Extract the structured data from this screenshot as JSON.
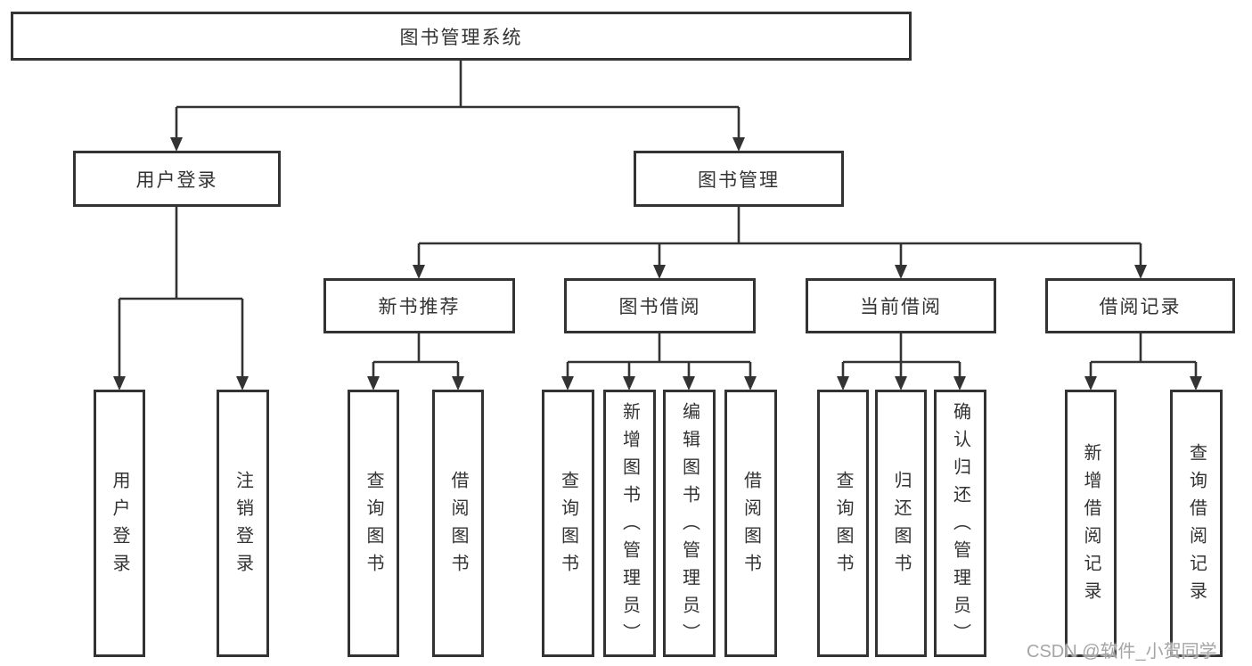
{
  "tree": {
    "label": "图书管理系统",
    "children": [
      {
        "label": "用户登录",
        "children": [
          {
            "label": "用户登录"
          },
          {
            "label": "注销登录"
          }
        ]
      },
      {
        "label": "图书管理",
        "children": [
          {
            "label": "新书推荐",
            "children": [
              {
                "label": "查询图书"
              },
              {
                "label": "借阅图书"
              }
            ]
          },
          {
            "label": "图书借阅",
            "children": [
              {
                "label": "查询图书"
              },
              {
                "label": "新增图书（管理员）"
              },
              {
                "label": "编辑图书（管理员）"
              },
              {
                "label": "借阅图书"
              }
            ]
          },
          {
            "label": "当前借阅",
            "children": [
              {
                "label": "查询图书"
              },
              {
                "label": "归还图书"
              },
              {
                "label": "确认归还（管理员）"
              }
            ]
          },
          {
            "label": "借阅记录",
            "children": [
              {
                "label": "新增借阅记录"
              },
              {
                "label": "查询借阅记录"
              }
            ]
          }
        ]
      }
    ]
  },
  "watermark": "CSDN @软件_小贺同学",
  "colors": {
    "line": "#333333",
    "border": "#333333",
    "text": "#333333",
    "background": "#ffffff",
    "watermark": "#a0a0a0"
  }
}
